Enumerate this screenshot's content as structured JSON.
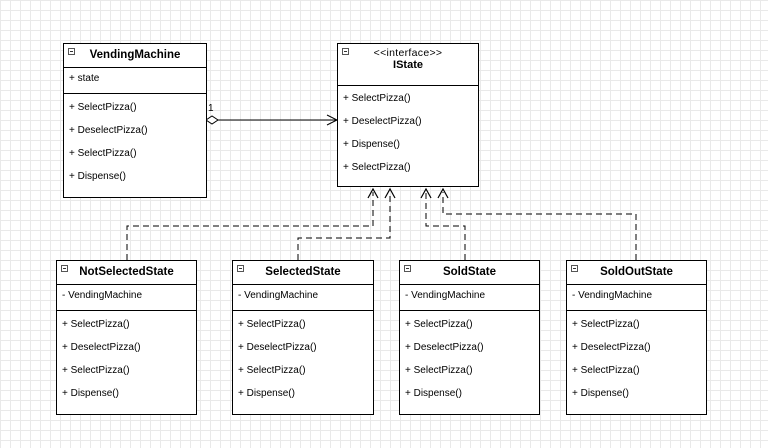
{
  "multiplicity": "1",
  "classes": {
    "vending_machine": {
      "name": "VendingMachine",
      "attributes": [
        "+ state"
      ],
      "methods": [
        "+ SelectPizza()",
        "+ DeselectPizza()",
        "+ SelectPizza()",
        "+ Dispense()"
      ]
    },
    "istate": {
      "stereotype": "<<interface>>",
      "name": "IState",
      "methods": [
        "+ SelectPizza()",
        "+ DeselectPizza()",
        "+ Dispense()",
        "+ SelectPizza()"
      ]
    },
    "not_selected_state": {
      "name": "NotSelectedState",
      "attributes": [
        "- VendingMachine"
      ],
      "methods": [
        "+ SelectPizza()",
        "+ DeselectPizza()",
        "+ SelectPizza()",
        "+ Dispense()"
      ]
    },
    "selected_state": {
      "name": "SelectedState",
      "attributes": [
        "- VendingMachine"
      ],
      "methods": [
        "+ SelectPizza()",
        "+ DeselectPizza()",
        "+ SelectPizza()",
        "+ Dispense()"
      ]
    },
    "sold_state": {
      "name": "SoldState",
      "attributes": [
        "- VendingMachine"
      ],
      "methods": [
        "+ SelectPizza()",
        "+ DeselectPizza()",
        "+ SelectPizza()",
        "+ Dispense()"
      ]
    },
    "sold_out_state": {
      "name": "SoldOutState",
      "attributes": [
        "- VendingMachine"
      ],
      "methods": [
        "+ SelectPizza()",
        "+ DeselectPizza()",
        "+ SelectPizza()",
        "+ Dispense()"
      ]
    }
  }
}
